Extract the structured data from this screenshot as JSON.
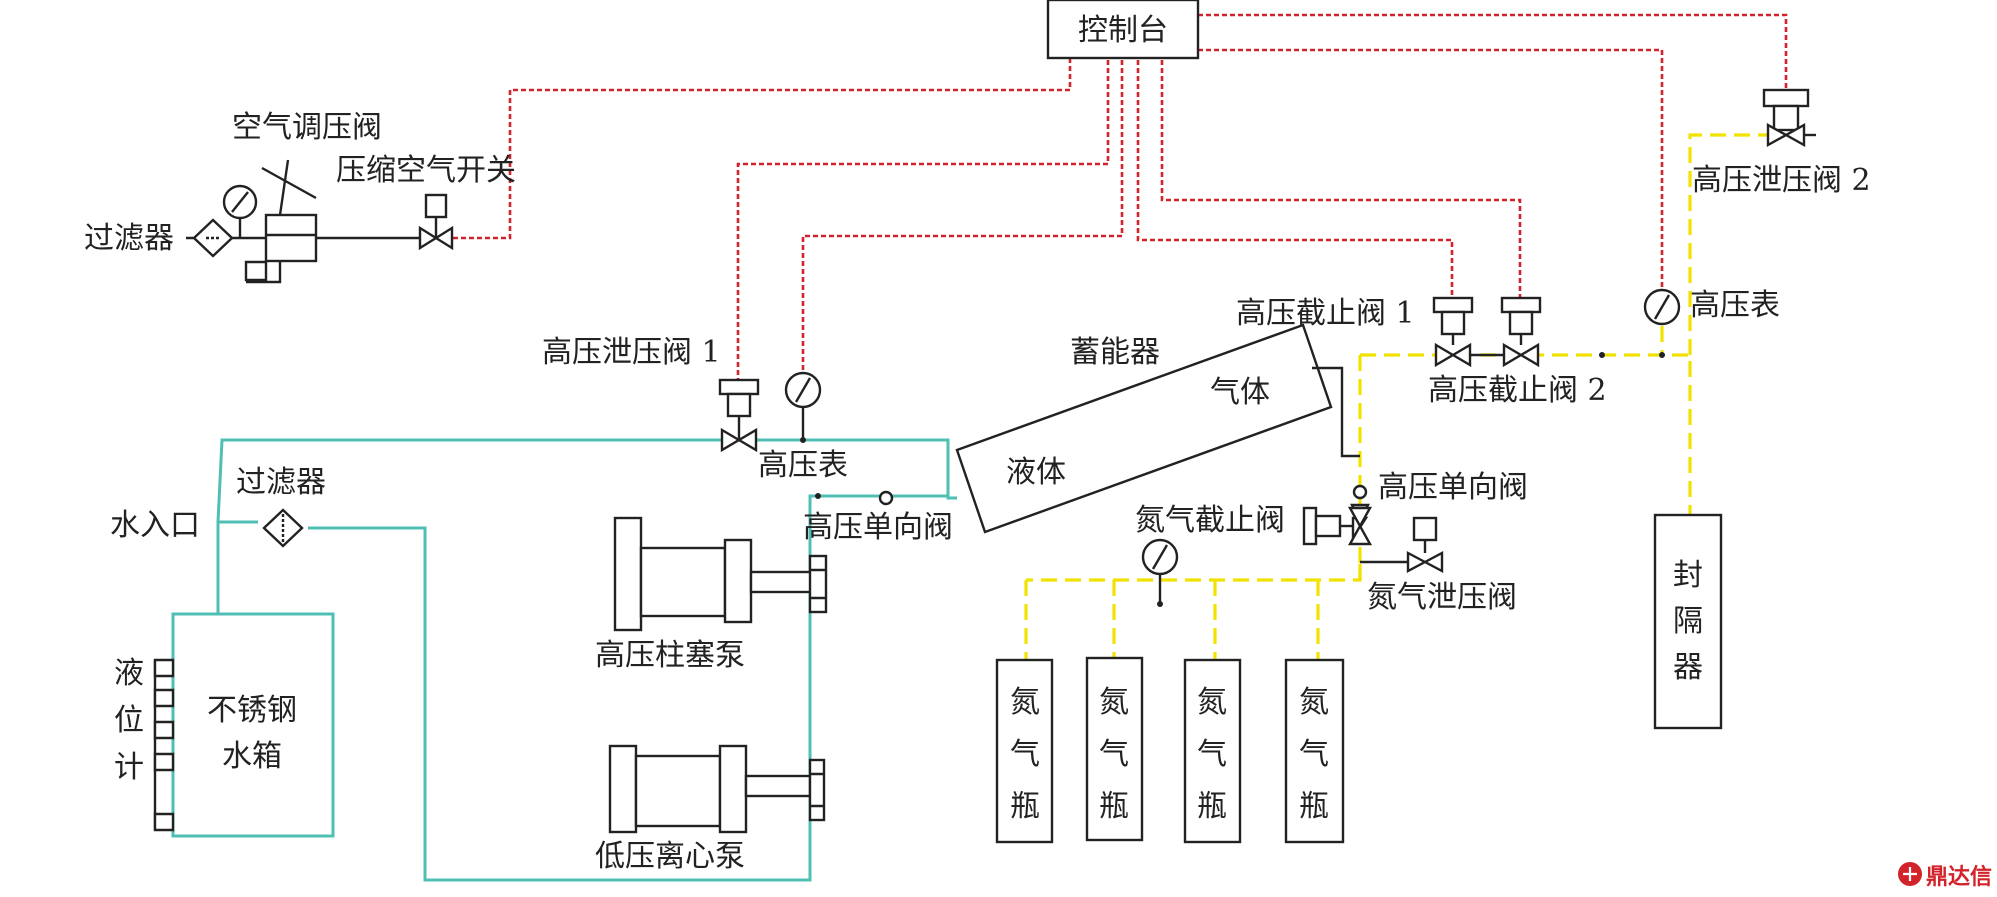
{
  "labels": {
    "console": "控制台",
    "air_regulator": "空气调压阀",
    "compressed_air_switch": "压缩空气开关",
    "air_filter": "过滤器",
    "hp_relief_1": "高压泄压阀 1",
    "hp_gauge_left": "高压表",
    "hp_check_valve_left": "高压单向阀",
    "water_inlet": "水入口",
    "water_filter": "过滤器",
    "level_gauge": [
      "液",
      "位",
      "计"
    ],
    "tank": [
      "不锈钢",
      "水箱"
    ],
    "plunger_pump": "高压柱塞泵",
    "centrifugal_pump": "低压离心泵",
    "accumulator": "蓄能器",
    "gas": "气体",
    "liquid": "液体",
    "hp_shutoff_1": "高压截止阀 1",
    "hp_shutoff_2": "高压截止阀 2",
    "hp_check_valve_right": "高压单向阀",
    "n2_shutoff": "氮气截止阀",
    "n2_relief": "氮气泄压阀",
    "n2_bottle": [
      "氮",
      "气",
      "瓶"
    ],
    "hp_relief_2": "高压泄压阀 2",
    "hp_gauge_right": "高压表",
    "isolator": [
      "封",
      "隔",
      "器"
    ],
    "watermark": "鼎达信"
  },
  "colors": {
    "control_line": "#d2232a",
    "nitrogen_line": "#f2e200",
    "water_line": "#4fbfb4",
    "stroke": "#222222",
    "watermark": "#d2232a"
  }
}
